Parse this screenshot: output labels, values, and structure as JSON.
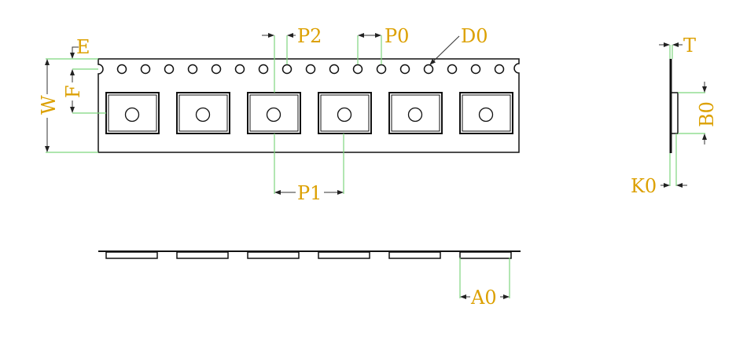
{
  "title": "Carrier tape dimension drawing",
  "labels": {
    "E": "E",
    "F": "F",
    "W": "W",
    "P2": "P2",
    "P0": "P0",
    "D0": "D0",
    "P1": "P1",
    "T": "T",
    "B0": "B0",
    "K0": "K0",
    "A0": "A0"
  },
  "colors": {
    "label": "#dca000",
    "extension_line": "#7ed67e",
    "outline": "#111111"
  },
  "tape": {
    "sprocket_hole_count": 17,
    "pocket_count": 6
  }
}
